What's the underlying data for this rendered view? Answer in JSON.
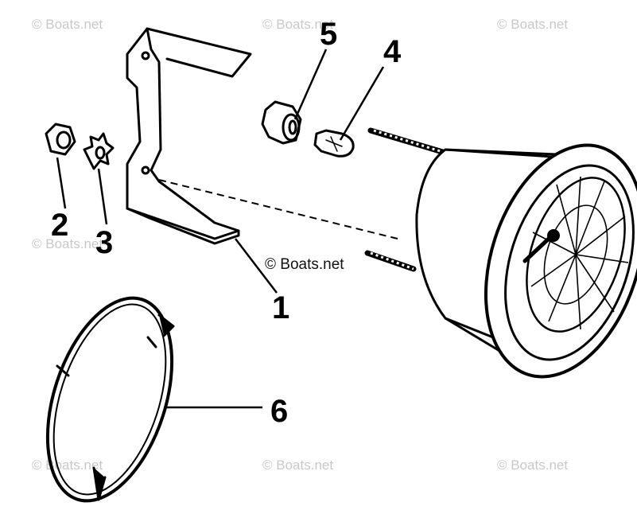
{
  "callouts": {
    "part1": "1",
    "part2": "2",
    "part3": "3",
    "part4": "4",
    "part5": "5",
    "part6": "6"
  },
  "watermark": {
    "center_text": "© Boats.net",
    "corner_text": "© Boats.net"
  },
  "colors": {
    "ink": "#000000",
    "watermark_gray": "#c8c8c8",
    "background": "#ffffff"
  }
}
